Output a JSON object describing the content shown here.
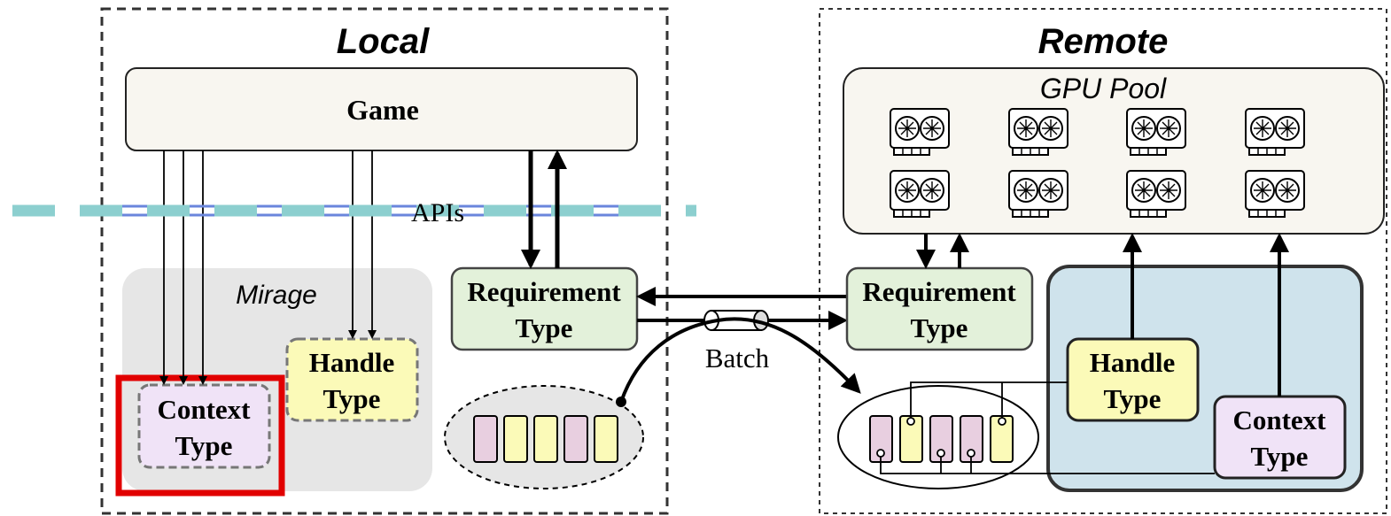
{
  "local": {
    "title": "Local"
  },
  "remote": {
    "title": "Remote"
  },
  "game": {
    "label": "Game"
  },
  "apis": {
    "label": "APIs"
  },
  "mirage": {
    "label": "Mirage"
  },
  "gpu_pool": {
    "label": "GPU Pool",
    "gpu_count": 8
  },
  "local_requirement": {
    "line1": "Requirement",
    "line2": "Type"
  },
  "remote_requirement": {
    "line1": "Requirement",
    "line2": "Type"
  },
  "local_handle": {
    "line1": "Handle",
    "line2": "Type"
  },
  "local_context": {
    "line1": "Context",
    "line2": "Type"
  },
  "remote_handle": {
    "line1": "Handle",
    "line2": "Type"
  },
  "remote_context": {
    "line1": "Context",
    "line2": "Type"
  },
  "batch": {
    "label": "Batch"
  },
  "colors": {
    "requirement_fill": "#e3f1da",
    "handle_fill": "#fbfab8",
    "context_fill": "#f0e3f7",
    "remote_container_fill": "#cfe3ec",
    "mirage_fill": "#e6e6e6",
    "game_fill": "#f8f6f0",
    "highlight": "#e10000",
    "apis_dash": "#8ccfcf",
    "apis_line": "#6a86dc"
  }
}
